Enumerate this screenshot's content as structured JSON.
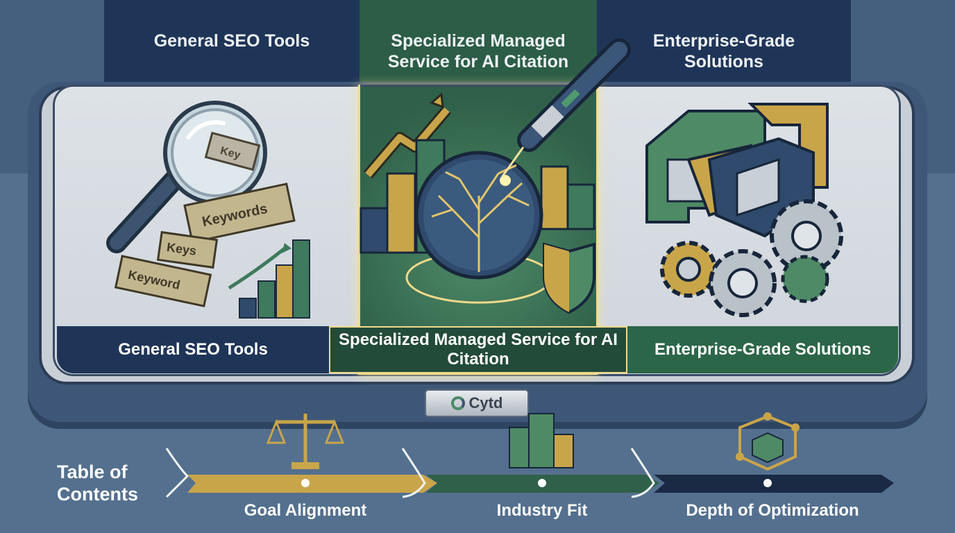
{
  "columns": [
    {
      "id": "general",
      "top_title": "General SEO Tools",
      "label": "General SEO Tools"
    },
    {
      "id": "specialized",
      "top_title": "Specialized Managed Service for AI Citation",
      "label": "Specialized Managed Service for AI Citation"
    },
    {
      "id": "enterprise",
      "top_title": "Enterprise-Grade Solutions",
      "label": "Enterprise-Grade Solutions"
    }
  ],
  "illustration_text": {
    "keywords_brick": "Keywords",
    "keys_brick": "Keys",
    "keyword_brick": "Keyword",
    "key_brick": "Key"
  },
  "brand": {
    "name": "Cytd"
  },
  "toc": {
    "title": "Table of Contents",
    "items": [
      "Goal Alignment",
      "Industry Fit",
      "Depth of Optimization"
    ]
  },
  "colors": {
    "navy": "#1f3558",
    "green": "#2c6648",
    "gold": "#c9a54a",
    "glow": "#f0d98a"
  }
}
